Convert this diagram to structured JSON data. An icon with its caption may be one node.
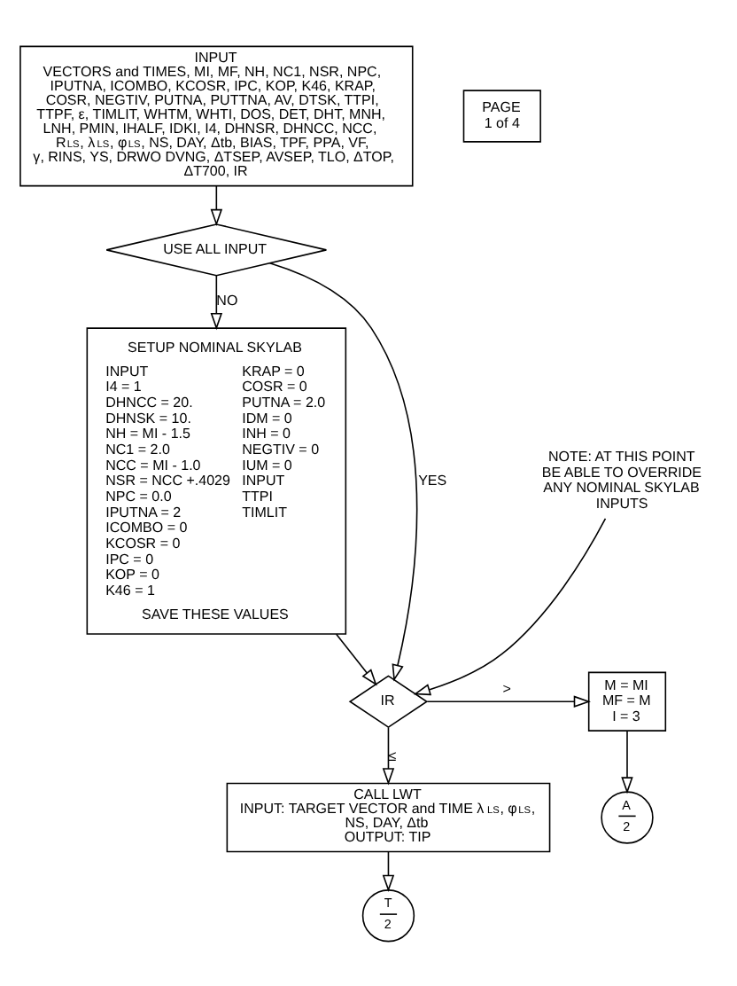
{
  "diagram": {
    "nodes": [
      {
        "text": [
          "INPUT",
          "VECTORS and TIMES, MI, MF, NH, NC1, NSR, NPC, IPUTNA, ICOMBO, KCOSR, IPC, KOP, K46, KRAP, COSR, NEGTIV, PUTNA, PUTTNA, AV, DTSK, TTPI, TTPF, ε, TIMLIT, WHTM, WHTI, DOS, DET, DHT, MNH, LNH, PMIN, IHALF, IDKI, I4, DHNSR, DHNCC, NCC, R$_{LS}$, λ$_{LS}$, φ$_{LS}$, NS, DAY, Δtb, BIAS, TPF, PPA, VF, γ, RINS, YS, DRWO DVNG, ΔTSEP, AVSEP, TLO, ΔTOP, ΔT700, IR"
        ]
      },
      {
        "text": [
          "USE ALL INPUT"
        ]
      },
      {
        "text": [
          "SETUP NOMINAL SKYLAB",
          "INPUT",
          "I4 = 1",
          "DHNCC = 20.",
          "DHNSK = 10.",
          "NH = MI - 1.5",
          "NC1 = 2.0",
          "NCC = MI - 1.0",
          "NSR = NCC +.4029",
          "NPC = 0.0",
          "IPUTNA = 2",
          "ICOMBO = 0",
          "KCOSR = 0",
          "IPC = 0",
          "KOP = 0",
          "K46 = 1",
          "KRAP = 0",
          "COSR = 0",
          "PUTNA = 2.0",
          "IDM = 0",
          "INH = 0",
          "NEGTIV = 0",
          "IUM = 0",
          "INPUT",
          "TTPI",
          "TIMLIT",
          "SAVE THESE VALUES"
        ]
      },
      {
        "text": [
          "IR"
        ]
      },
      {
        "text": [
          "M = MI",
          "MF = M",
          "I = 3"
        ]
      },
      {
        "text": [
          "A",
          "2"
        ]
      },
      {
        "text": [
          "CALL LWT",
          "INPUT: TARGET VECTOR and TIME λ$_{LS}$, φ$_{LS}$, NS, DAY, Δtb",
          "OUTPUT: TIP"
        ]
      },
      {
        "text": [
          "T",
          "2"
        ]
      },
      {
        "text": [
          "NOTE: AT THIS POINT BE ABLE TO OVERRIDE ANY NOMINAL SKYLAB INPUTS"
        ]
      },
      {
        "text": [
          "PAGE",
          "1 of 4"
        ]
      }
    ],
    "edges": [
      {
        "from": 0,
        "to": 1,
        "arrow": "to"
      },
      {
        "from": 1,
        "to": 2,
        "arrow": "to",
        "label": "NO"
      },
      {
        "from": 1,
        "to": 3,
        "arrow": "to",
        "label": "YES"
      },
      {
        "from": 2,
        "to": 3,
        "arrow": "to"
      },
      {
        "from": 3,
        "to": 4,
        "arrow": "to",
        "label": ">"
      },
      {
        "from": 3,
        "to": 6,
        "arrow": "to",
        "label": "≤"
      },
      {
        "from": 4,
        "to": 5,
        "arrow": "to"
      },
      {
        "from": 6,
        "to": 7,
        "arrow": "to"
      },
      {
        "from": 8,
        "to": 3,
        "arrow": "to"
      }
    ]
  }
}
